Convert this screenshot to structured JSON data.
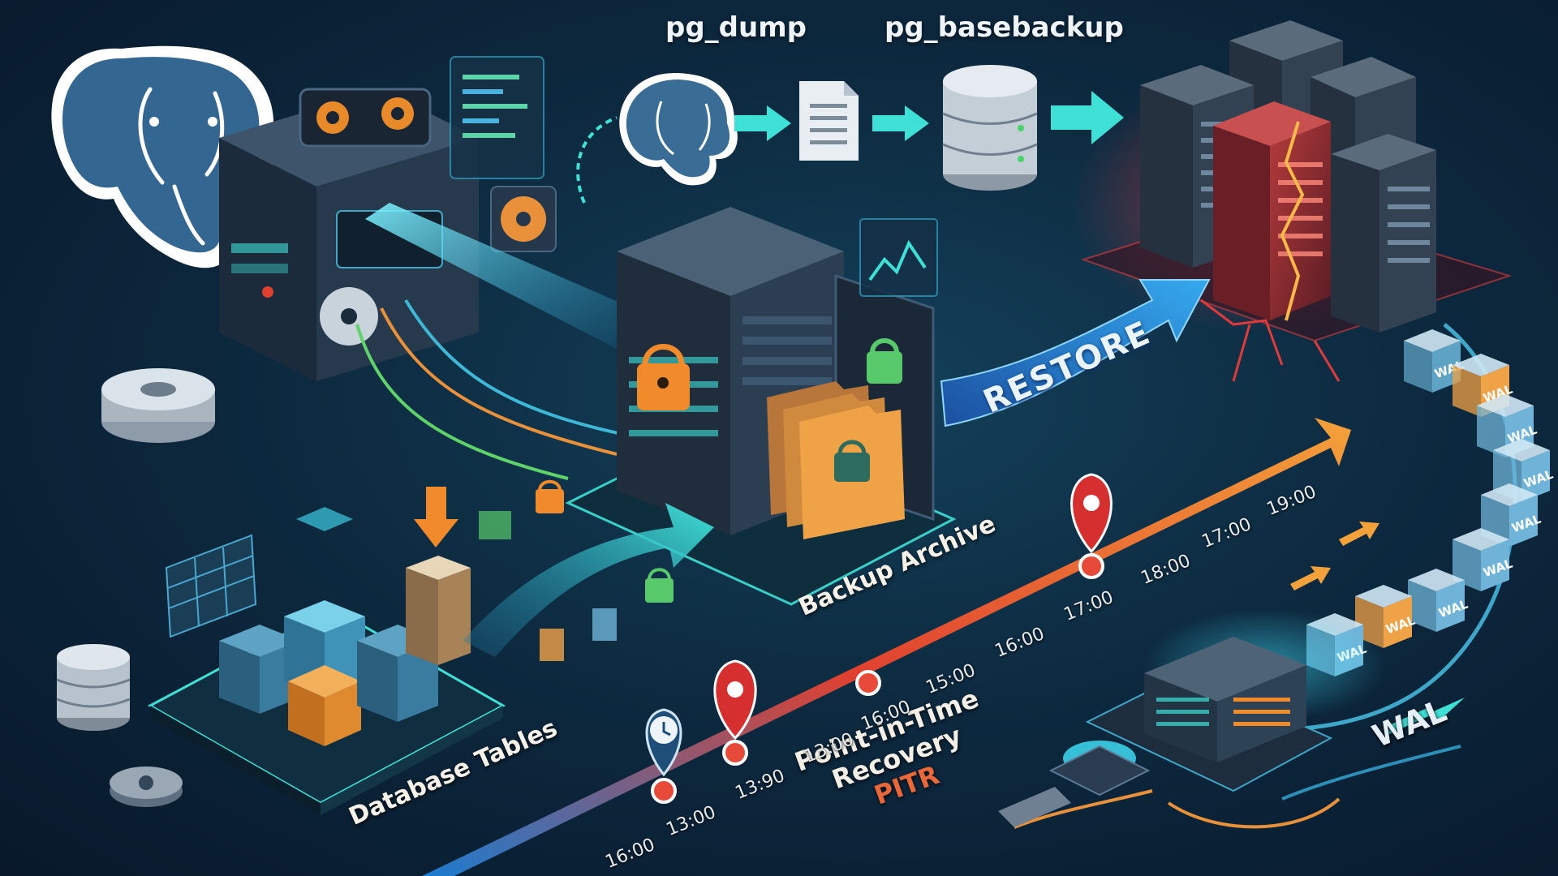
{
  "labels": {
    "pg_dump": "pg_dump",
    "pg_basebackup": "pg_basebackup",
    "restore": "RESTORE",
    "backup_archive": "Backup Archive",
    "database_tables": "Database Tables",
    "wal": "WAL",
    "pitr_line1": "Point-in-Time",
    "pitr_line2": "Recovery",
    "pitr_line3": "PITR"
  },
  "wal_blocks": [
    "WAL",
    "WAL",
    "WAL",
    "WAL",
    "WAL",
    "WAL",
    "WAL",
    "WAL",
    "WAL"
  ],
  "timeline_ticks": [
    "16:00",
    "13:00",
    "13:90",
    "13:00",
    "16:00",
    "15:00",
    "16:00",
    "17:00",
    "18:00",
    "17:00",
    "19:00"
  ],
  "colors": {
    "accent_cyan": "#3fe0d6",
    "restore_blue": "#2e7fd8",
    "timeline_red": "#e84a3a",
    "timeline_orange": "#f3a13a",
    "lock_orange": "#f08a2a",
    "lock_green": "#58c96a",
    "danger_red": "#e03a3a"
  },
  "icons": [
    "postgres-elephant-logo",
    "document-icon",
    "database-icon",
    "server-rack-icon",
    "lock-icon",
    "folder-icon",
    "clock-pin-icon",
    "location-pin-icon",
    "tape-drive-icon",
    "disk-icon"
  ]
}
